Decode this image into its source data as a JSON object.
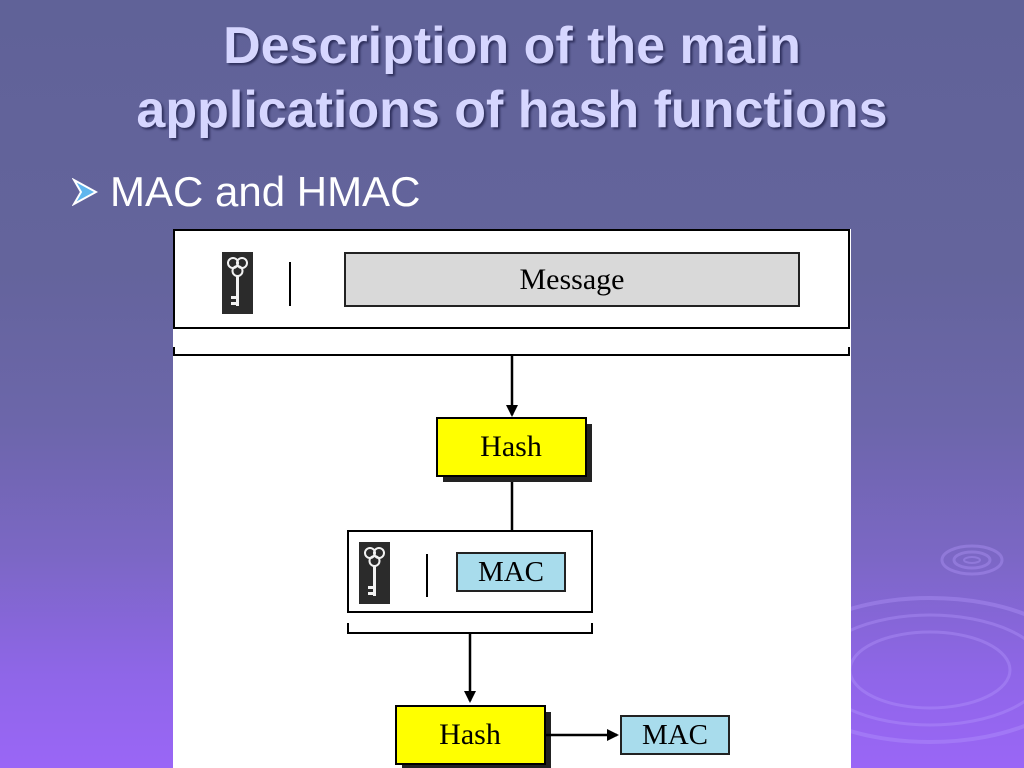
{
  "slide": {
    "title_line1": "Description of the main",
    "title_line2": "applications of hash functions",
    "bullet": "MAC and HMAC"
  },
  "diagram": {
    "message_label": "Message",
    "hash1_label": "Hash",
    "mac1_label": "MAC",
    "hash2_label": "Hash",
    "mac2_label": "MAC",
    "icons": [
      "key-icon",
      "key-icon"
    ],
    "colors": {
      "hash_fill": "#ffff00",
      "mac_fill": "#a8dcec",
      "message_fill": "#d9d9d9",
      "title": "#d6d6ff"
    }
  }
}
